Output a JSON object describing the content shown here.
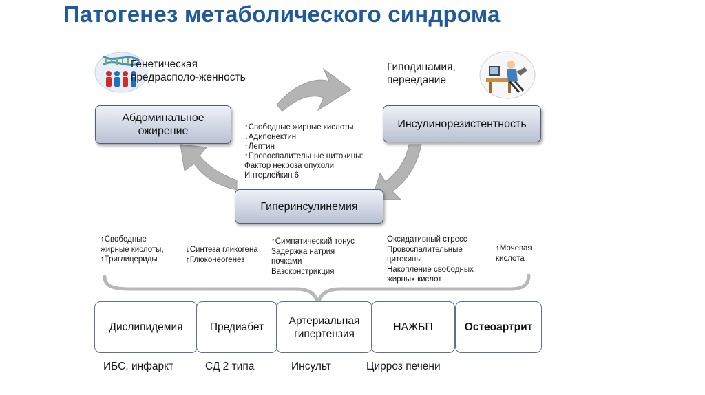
{
  "title": "Патогенез метаболического синдрома",
  "genetic_text": "Генетическая предрасполо-женность",
  "hypodynamia_text": "Гиподинамия, переедание",
  "boxes": {
    "abdominal": "Абдоминальное ожирение",
    "insulin_resistance": "Инсулинорезистентность",
    "hyperinsulinemia": "Гиперинсулинемия"
  },
  "factors": "↑Свободные жирные кислоты\n↓Адипонектин\n↑Лептин\n↑Провоспалительные цитокины:\nФактор некроза опухоли\nИнтерлейкин 6",
  "effects": {
    "dyslipidemia": "↑Свободные\nжирные кислоты,\n↑Триглицериды",
    "prediabetes": "↓Синтеза гликогена\n↑Глюконеогенез",
    "hypertension": "↑Симпатический тонус\nЗадержка натрия\nпочками\nВазоконстрикция",
    "nafld": "Оксидативный стресс\nПровоспалительные\nцитокины\nНакопление свободных\nжирных кислот",
    "osteoarthritis": "↑Мочевая\nкислота"
  },
  "diseases": {
    "dyslipidemia": "Дислипидемия",
    "prediabetes": "Предиабет",
    "hypertension": "Артериальная гипертензия",
    "nafld": "НАЖБП",
    "osteoarthritis": "Остеоартрит"
  },
  "outcomes": {
    "ihd": "ИБС, инфаркт",
    "diabetes": "СД 2 типа",
    "stroke": "Инсульт",
    "cirrhosis": "Цирроз печени"
  },
  "colors": {
    "title": "#1f5b9a",
    "arrow": "#b4b4b4",
    "box_border": "#4d5d7a"
  },
  "icons": [
    "dna-people-icon",
    "desk-person-icon"
  ]
}
